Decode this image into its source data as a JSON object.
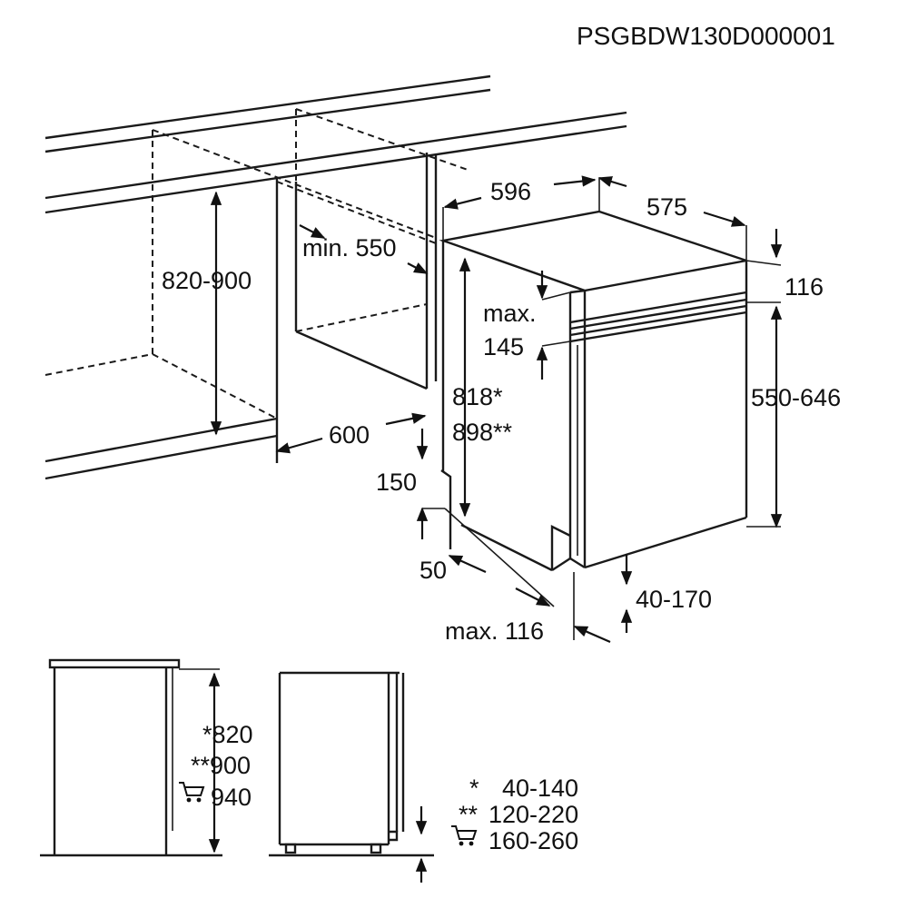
{
  "code": "PSGBDW130D000001",
  "dimensions": {
    "height_range": "820-900",
    "min_depth": "min. 550",
    "width_596": "596",
    "depth_575": "575",
    "top_116": "116",
    "max_label": "max.",
    "max_145": "145",
    "h818": "818*",
    "h898": "898**",
    "door_range": "550-646",
    "niche_600": "600",
    "d150": "150",
    "d50": "50",
    "plinth_range": "40-170",
    "max_116": "max. 116"
  },
  "legend_left": {
    "l1": "*820",
    "l2": "**900",
    "l3": "940"
  },
  "legend_right": {
    "r1_mark": "*",
    "r1_val": "40-140",
    "r2_mark": "**",
    "r2_val": "120-220",
    "r3_val": "160-260"
  },
  "icons": {
    "cart": "shopping-cart-icon"
  }
}
